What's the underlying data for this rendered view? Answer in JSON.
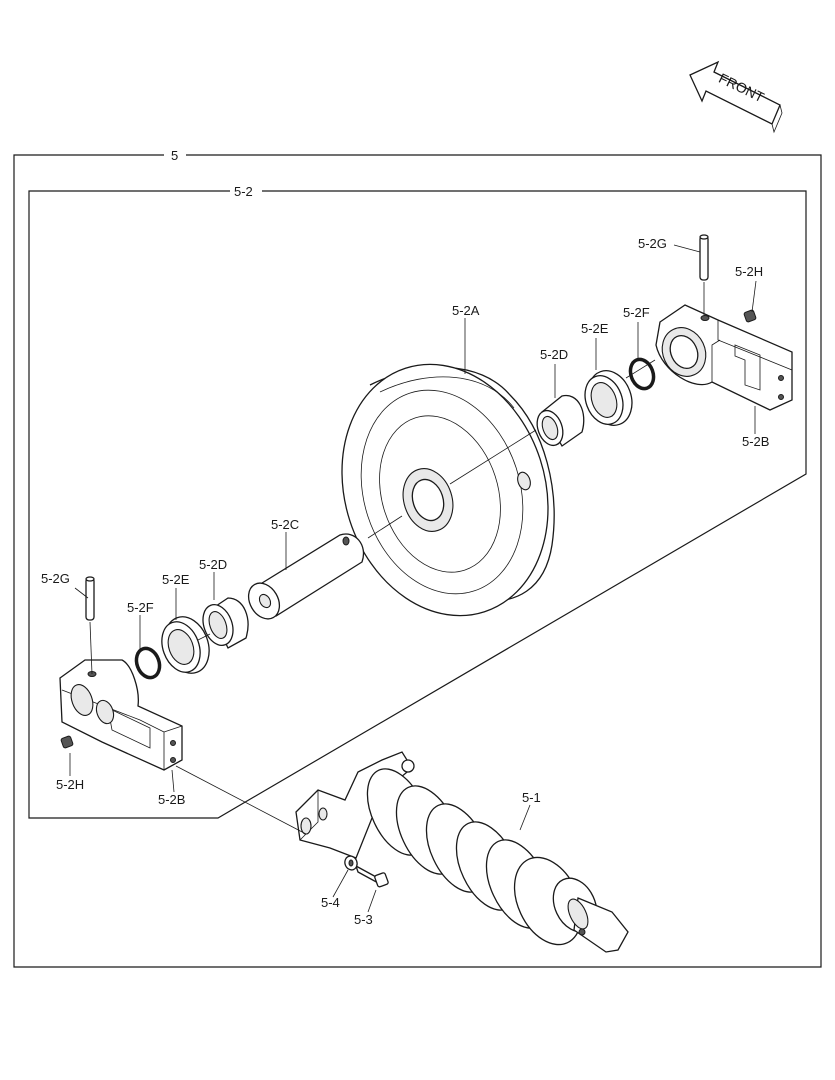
{
  "labels": {
    "assembly_5": "5",
    "subassembly_5_2": "5-2",
    "idler_wheel": "5-2A",
    "bracket_right": "5-2B",
    "bracket_left": "5-2B",
    "shaft": "5-2C",
    "bushing_right": "5-2D",
    "bushing_left": "5-2D",
    "seal_right": "5-2E",
    "seal_left": "5-2E",
    "oring_right": "5-2F",
    "oring_left": "5-2F",
    "pin_right": "5-2G",
    "pin_left": "5-2G",
    "plug_right": "5-2H",
    "plug_left": "5-2H",
    "recoil_spring": "5-1",
    "bolt": "5-3",
    "washer": "5-4"
  },
  "front_arrow": "FRONT",
  "colors": {
    "line": "#1a1a1a",
    "background": "#ffffff",
    "shade": "#e9e9e9"
  }
}
